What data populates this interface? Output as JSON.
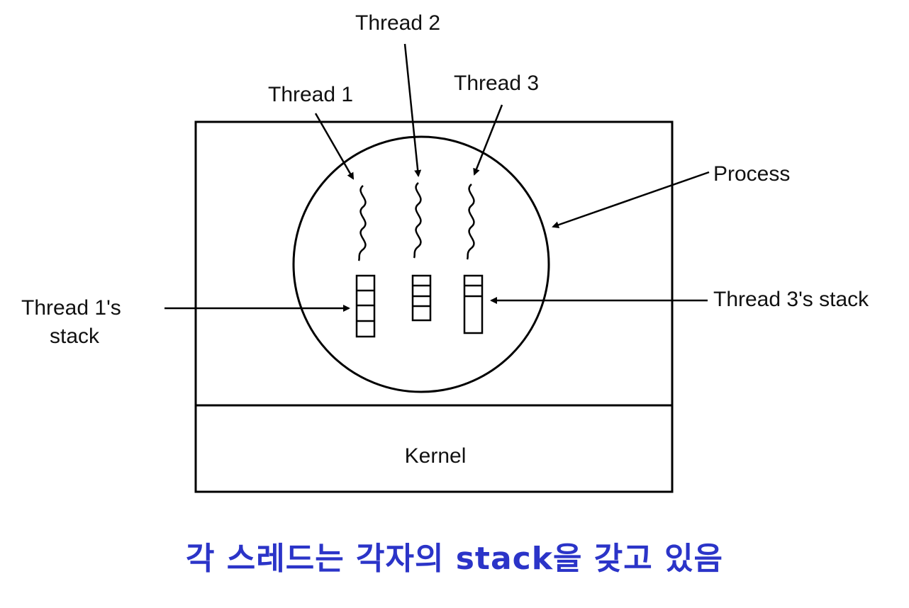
{
  "labels": {
    "thread1": "Thread 1",
    "thread2": "Thread 2",
    "thread3": "Thread 3",
    "process": "Process",
    "thread1_stack_line1": "Thread 1's",
    "thread1_stack_line2": "stack",
    "thread3_stack": "Thread 3's stack",
    "kernel": "Kernel"
  },
  "caption": "각 스레드는 각자의 stack을 갖고 있음",
  "colors": {
    "caption": "#2b34c8",
    "lines": "#000000"
  }
}
